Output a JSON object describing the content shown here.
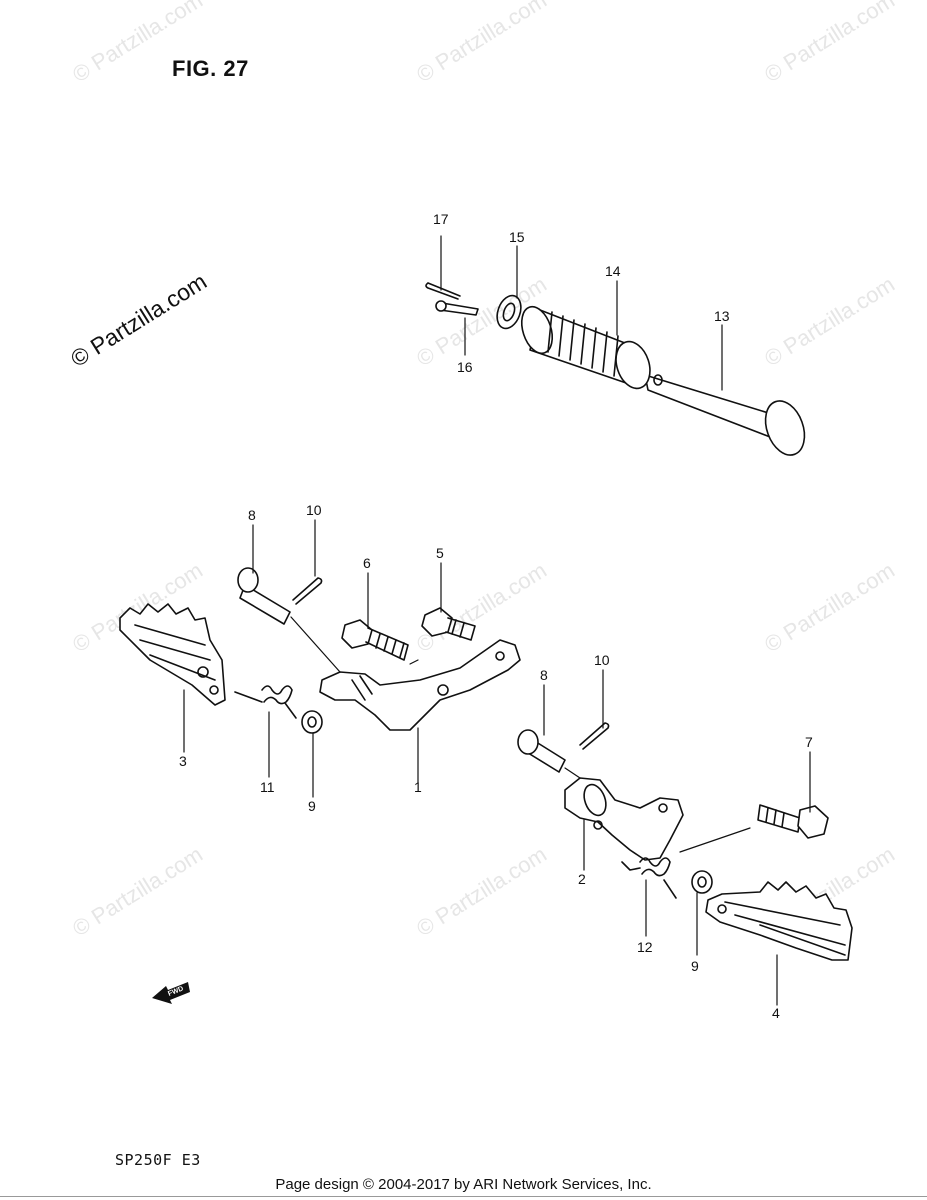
{
  "figure": {
    "title": "FIG. 27"
  },
  "model": "SP250F  E3",
  "footer": "Page design © 2004-2017 by ARI Network Services, Inc.",
  "watermark": "© Partzilla.com",
  "fwd_label": "FWD",
  "callouts": [
    "1",
    "2",
    "3",
    "4",
    "5",
    "6",
    "7",
    "8",
    "8",
    "9",
    "9",
    "10",
    "10",
    "11",
    "12",
    "13",
    "14",
    "15",
    "16",
    "17"
  ]
}
